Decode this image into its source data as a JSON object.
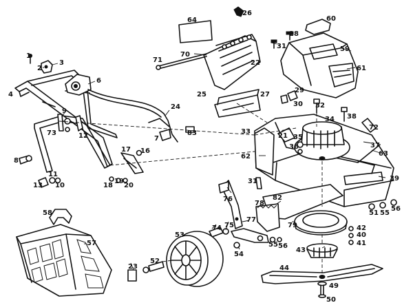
{
  "callouts": {
    "c1": "1",
    "c2": "2",
    "c3": "3",
    "c4": "4",
    "c6": "6",
    "c7": "7",
    "c8": "8",
    "c9": "9",
    "c10": "10",
    "c11": "11",
    "c12": "12",
    "c13": "13",
    "c16": "16",
    "c17": "17",
    "c18": "18",
    "c19": "19",
    "c20": "20",
    "c21": "21",
    "c22": "22",
    "c23": "23",
    "c24": "24",
    "c25": "25",
    "c26": "26",
    "c27": "27",
    "c28": "28",
    "c29": "29",
    "c30": "30",
    "c31": "31",
    "c31b": "31",
    "c32": "32",
    "c33": "33",
    "c34": "34",
    "c35": "35",
    "c36": "36",
    "c37": "37",
    "c38": "38",
    "c39": "39",
    "c40": "40",
    "c41": "41",
    "c42": "42",
    "c43": "43",
    "c44": "44",
    "c49": "49",
    "c50": "50",
    "c51": "51",
    "c52": "52",
    "c53": "53",
    "c54": "54",
    "c55": "55",
    "c55b": "55",
    "c56": "56",
    "c56b": "56",
    "c57": "57",
    "c58": "58",
    "c59": "59",
    "c60": "60",
    "c61": "61",
    "c62": "62",
    "c63": "63",
    "c64": "64",
    "c70": "70",
    "c71": "71",
    "c72": "72",
    "c73": "73",
    "c74": "74",
    "c75": "75",
    "c76": "76",
    "c77": "77",
    "c78": "78",
    "c79": "79",
    "c82": "82",
    "c83": "83"
  }
}
